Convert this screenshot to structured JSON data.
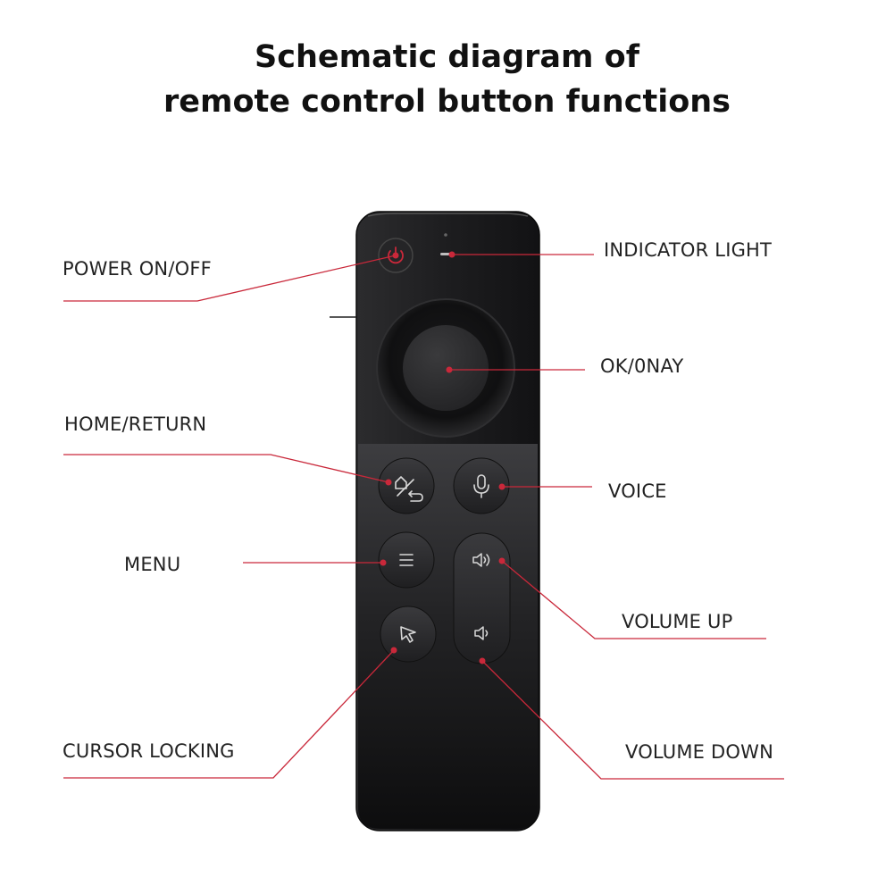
{
  "title": {
    "line1": "Schematic diagram of",
    "line2": "remote control button functions"
  },
  "callouts": {
    "power": "POWER ON/OFF",
    "indicator": "INDICATOR LIGHT",
    "ok": "OK/0NAY",
    "home": "HOME/RETURN",
    "voice": "VOICE",
    "menu": "MENU",
    "volume_up": "VOLUME UP",
    "cursor": "CURSOR LOCKING",
    "volume_down": "VOLUME DOWN"
  },
  "colors": {
    "leader_line": "#c9283a",
    "remote_body": "#1c1c1e",
    "button_face": "#2a2a2c",
    "icon": "#d8d8d8"
  },
  "icons": {
    "power": "power-icon",
    "home_return": "home-return-icon",
    "voice": "microphone-icon",
    "menu": "menu-icon",
    "cursor": "cursor-arrow-icon",
    "volume_up": "speaker-loud-icon",
    "volume_down": "speaker-quiet-icon"
  }
}
